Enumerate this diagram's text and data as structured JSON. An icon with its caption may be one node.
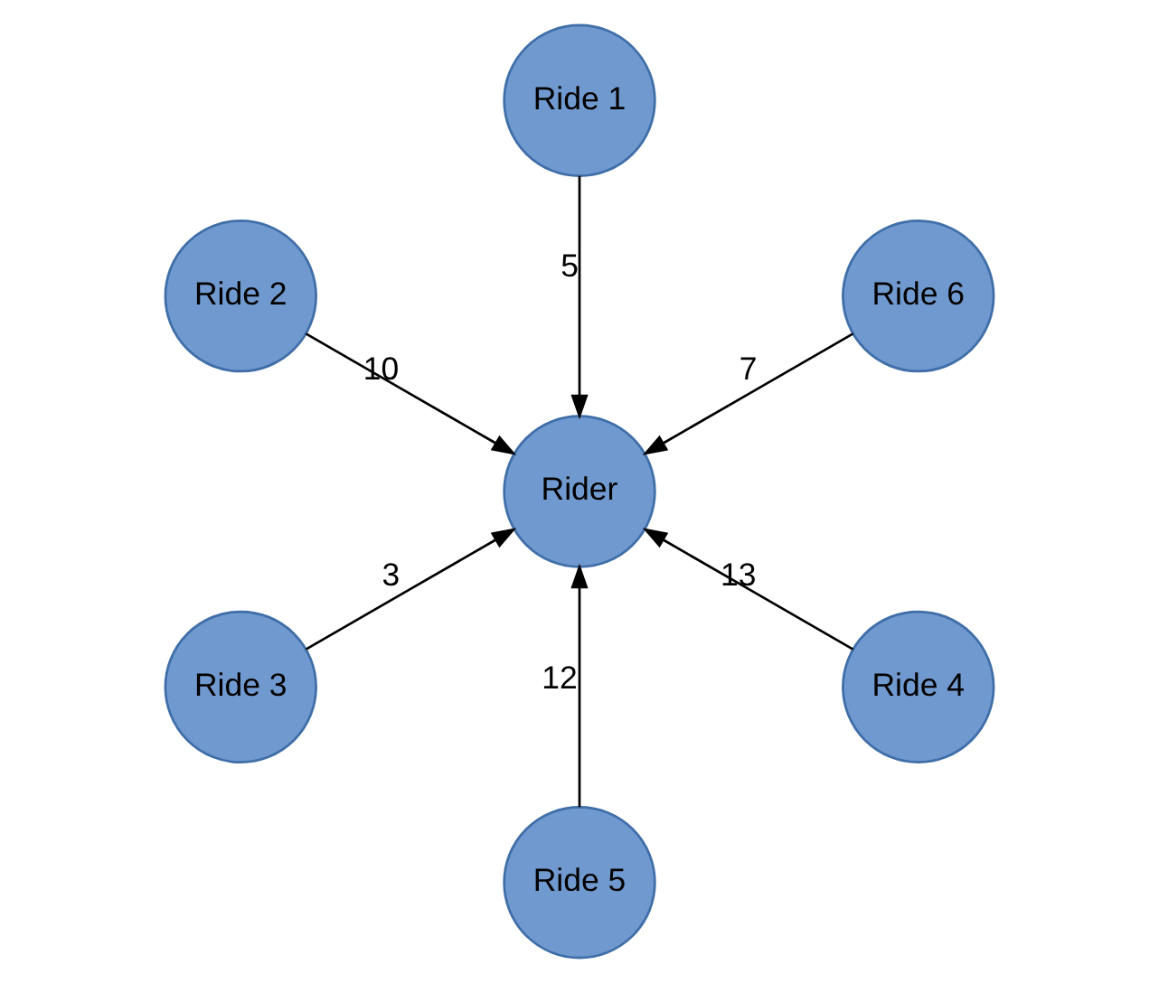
{
  "diagram": {
    "nodes": [
      {
        "text": [
          "Ride 6"
        ]
      },
      {
        "text": [
          "Ride 1"
        ]
      },
      {
        "text": [
          "Ride 2"
        ]
      },
      {
        "text": [
          "Rider"
        ]
      },
      {
        "text": [
          "Ride 3"
        ]
      },
      {
        "text": [
          "Ride 5"
        ]
      },
      {
        "text": [
          "Ride 4"
        ]
      }
    ],
    "edges": [
      {
        "from": 1,
        "to": 3,
        "arrow": "to",
        "label": "5"
      },
      {
        "from": 2,
        "to": 3,
        "arrow": "to",
        "label": "10"
      },
      {
        "from": 4,
        "to": 3,
        "arrow": "to",
        "label": "3"
      },
      {
        "from": 6,
        "to": 3,
        "arrow": "to",
        "label": "13"
      },
      {
        "from": 5,
        "to": 3,
        "arrow": "to",
        "label": "12"
      },
      {
        "from": 0,
        "to": 3,
        "arrow": "to",
        "label": "7"
      }
    ]
  }
}
